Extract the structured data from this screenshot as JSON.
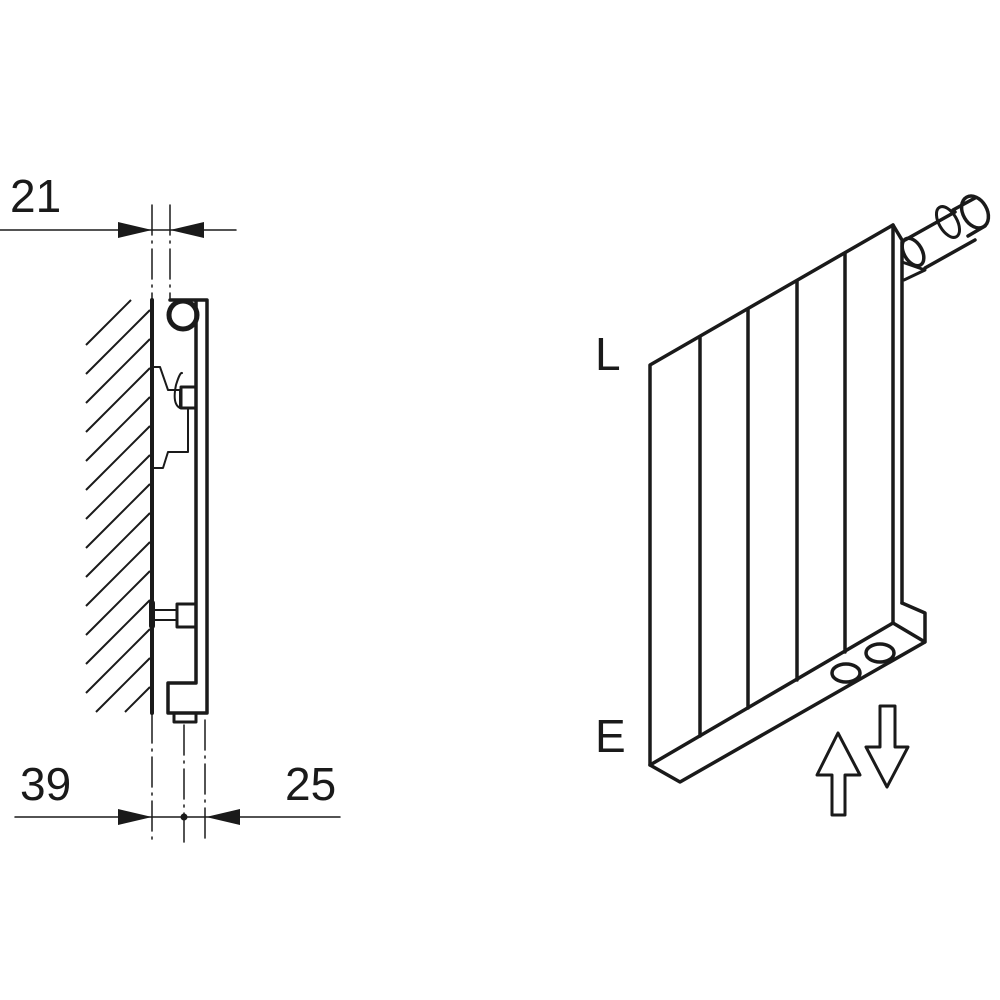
{
  "dimensions": {
    "wall_gap": "21",
    "depth_left": "39",
    "depth_right": "25"
  },
  "labels": {
    "top_connection": "L",
    "bottom_connection": "E"
  },
  "colors": {
    "line": "#1a1a1a",
    "background": "#ffffff"
  }
}
